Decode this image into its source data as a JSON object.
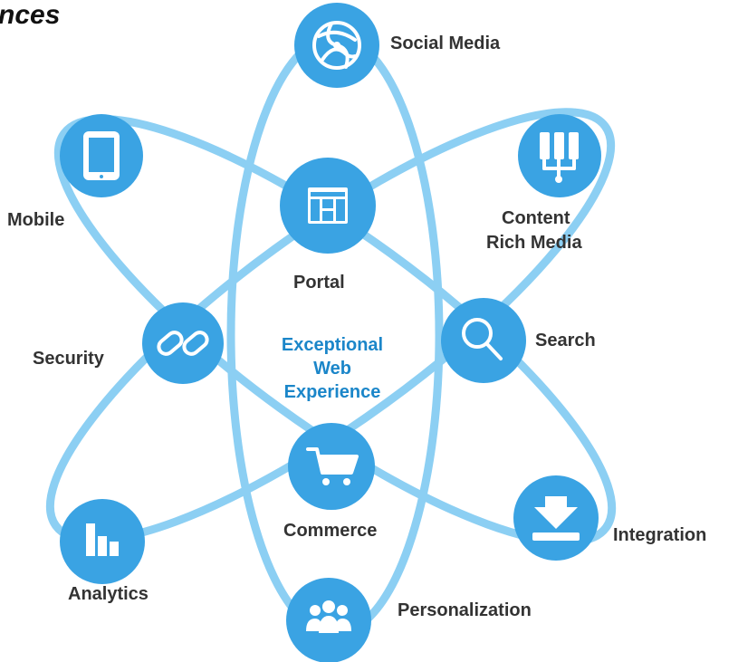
{
  "header": {
    "title_fragment": "nces"
  },
  "center": {
    "lines": [
      "Exceptional",
      "Web",
      "Experience"
    ]
  },
  "nodes": {
    "social_media": {
      "label": "Social Media",
      "icon": "globe-icon"
    },
    "portal": {
      "label": "Portal",
      "icon": "portal-icon"
    },
    "mobile": {
      "label": "Mobile",
      "icon": "tablet-icon"
    },
    "content": {
      "label_line1": "Content",
      "label_line2": "Rich Media",
      "icon": "content-hierarchy-icon"
    },
    "security": {
      "label": "Security",
      "icon": "link-icon"
    },
    "search": {
      "label": "Search",
      "icon": "magnifier-icon"
    },
    "commerce": {
      "label": "Commerce",
      "icon": "cart-icon"
    },
    "analytics": {
      "label": "Analytics",
      "icon": "bar-chart-icon"
    },
    "integration": {
      "label": "Integration",
      "icon": "download-tray-icon"
    },
    "personalization": {
      "label": "Personalization",
      "icon": "people-icon"
    }
  },
  "colors": {
    "orbit": "#8ccff3",
    "node": "#3aa3e3",
    "center_text": "#1b86c9",
    "label_text": "#333333"
  }
}
